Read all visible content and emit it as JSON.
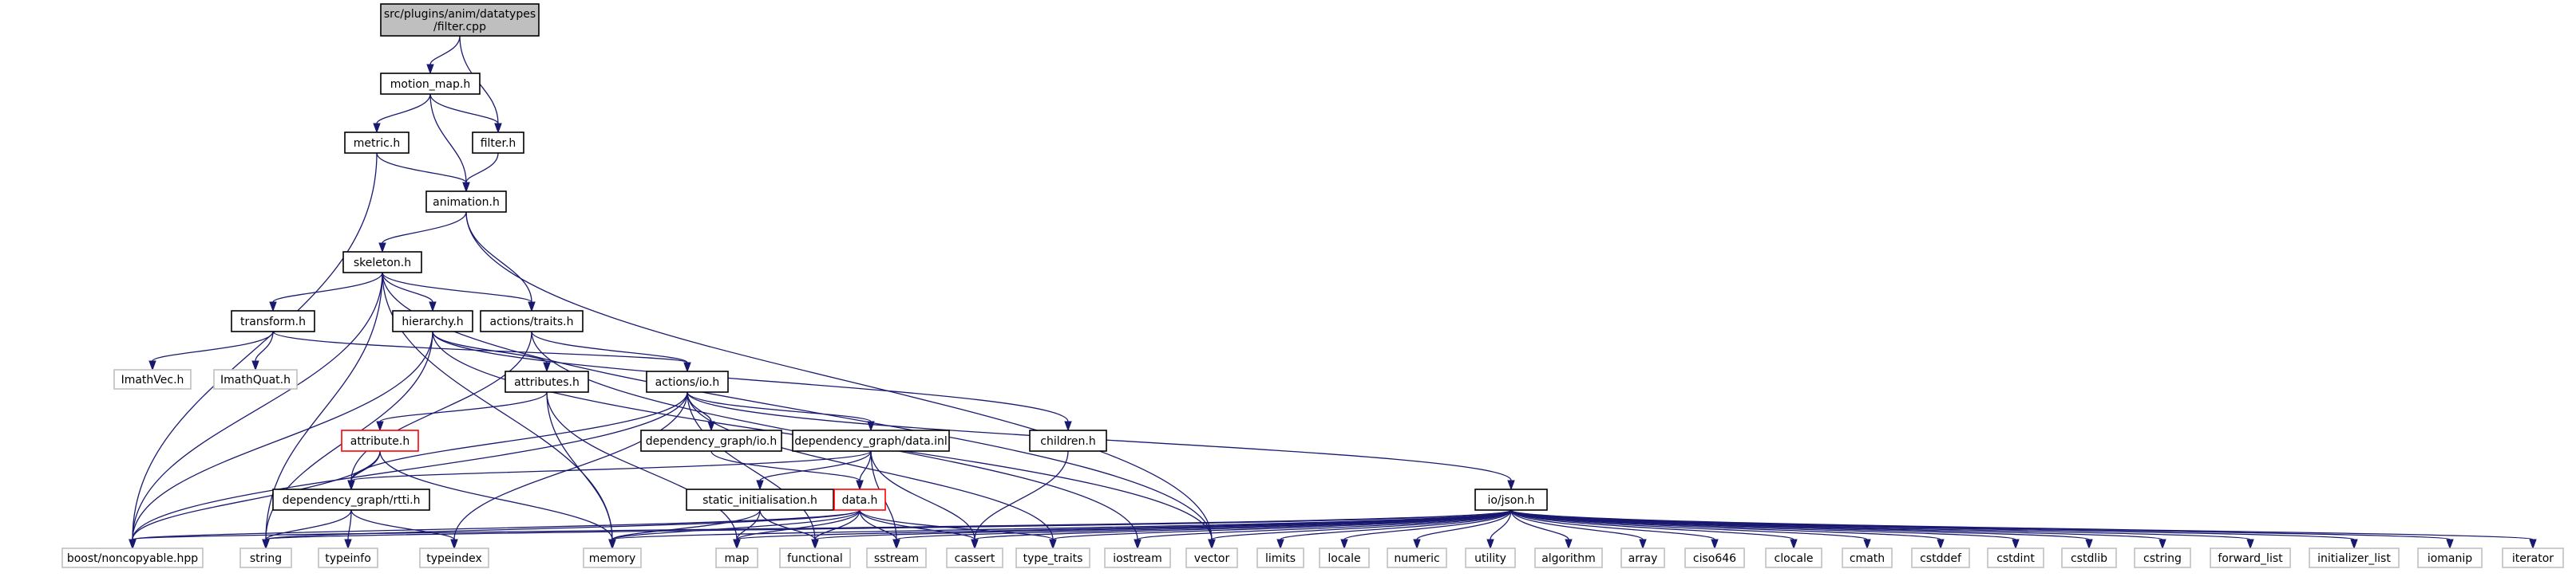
{
  "graph": {
    "nodes": [
      {
        "id": "filter_cpp",
        "lines": [
          "src/plugins/anim/datatypes",
          "/filter.cpp"
        ],
        "style": "root"
      },
      {
        "id": "motion_map_h",
        "lines": [
          "motion_map.h"
        ],
        "style": "normal"
      },
      {
        "id": "filter_h",
        "lines": [
          "filter.h"
        ],
        "style": "normal"
      },
      {
        "id": "metric_h",
        "lines": [
          "metric.h"
        ],
        "style": "normal"
      },
      {
        "id": "animation_h",
        "lines": [
          "animation.h"
        ],
        "style": "normal"
      },
      {
        "id": "skeleton_h",
        "lines": [
          "skeleton.h"
        ],
        "style": "normal"
      },
      {
        "id": "transform_h",
        "lines": [
          "transform.h"
        ],
        "style": "normal"
      },
      {
        "id": "hierarchy_h",
        "lines": [
          "hierarchy.h"
        ],
        "style": "normal"
      },
      {
        "id": "actions_traits_h",
        "lines": [
          "actions/traits.h"
        ],
        "style": "normal"
      },
      {
        "id": "imathvec_h",
        "lines": [
          "ImathVec.h"
        ],
        "style": "external"
      },
      {
        "id": "imathquat_h",
        "lines": [
          "ImathQuat.h"
        ],
        "style": "external"
      },
      {
        "id": "attributes_h",
        "lines": [
          "attributes.h"
        ],
        "style": "normal"
      },
      {
        "id": "actions_io_h",
        "lines": [
          "actions/io.h"
        ],
        "style": "normal"
      },
      {
        "id": "attribute_h",
        "lines": [
          "attribute.h"
        ],
        "style": "truncated"
      },
      {
        "id": "dg_io_h",
        "lines": [
          "dependency_graph/io.h"
        ],
        "style": "normal"
      },
      {
        "id": "dg_data_inl",
        "lines": [
          "dependency_graph/data.inl"
        ],
        "style": "normal"
      },
      {
        "id": "children_h",
        "lines": [
          "children.h"
        ],
        "style": "normal"
      },
      {
        "id": "static_init_h",
        "lines": [
          "static_initialisation.h"
        ],
        "style": "normal"
      },
      {
        "id": "data_h",
        "lines": [
          "data.h"
        ],
        "style": "truncated"
      },
      {
        "id": "dg_rtti_h",
        "lines": [
          "dependency_graph/rtti.h"
        ],
        "style": "normal"
      },
      {
        "id": "io_json_h",
        "lines": [
          "io/json.h"
        ],
        "style": "normal"
      },
      {
        "id": "boost_noncopyable",
        "lines": [
          "boost/noncopyable.hpp"
        ],
        "style": "external"
      },
      {
        "id": "string",
        "lines": [
          "string"
        ],
        "style": "external"
      },
      {
        "id": "typeinfo",
        "lines": [
          "typeinfo"
        ],
        "style": "external"
      },
      {
        "id": "typeindex",
        "lines": [
          "typeindex"
        ],
        "style": "external"
      },
      {
        "id": "memory",
        "lines": [
          "memory"
        ],
        "style": "external"
      },
      {
        "id": "map",
        "lines": [
          "map"
        ],
        "style": "external"
      },
      {
        "id": "functional",
        "lines": [
          "functional"
        ],
        "style": "external"
      },
      {
        "id": "sstream",
        "lines": [
          "sstream"
        ],
        "style": "external"
      },
      {
        "id": "cassert",
        "lines": [
          "cassert"
        ],
        "style": "external"
      },
      {
        "id": "type_traits",
        "lines": [
          "type_traits"
        ],
        "style": "external"
      },
      {
        "id": "iostream",
        "lines": [
          "iostream"
        ],
        "style": "external"
      },
      {
        "id": "vector",
        "lines": [
          "vector"
        ],
        "style": "external"
      },
      {
        "id": "limits",
        "lines": [
          "limits"
        ],
        "style": "external"
      },
      {
        "id": "locale",
        "lines": [
          "locale"
        ],
        "style": "external"
      },
      {
        "id": "numeric",
        "lines": [
          "numeric"
        ],
        "style": "external"
      },
      {
        "id": "utility",
        "lines": [
          "utility"
        ],
        "style": "external"
      },
      {
        "id": "algorithm",
        "lines": [
          "algorithm"
        ],
        "style": "external"
      },
      {
        "id": "array",
        "lines": [
          "array"
        ],
        "style": "external"
      },
      {
        "id": "ciso646",
        "lines": [
          "ciso646"
        ],
        "style": "external"
      },
      {
        "id": "clocale",
        "lines": [
          "clocale"
        ],
        "style": "external"
      },
      {
        "id": "cmath",
        "lines": [
          "cmath"
        ],
        "style": "external"
      },
      {
        "id": "cstddef",
        "lines": [
          "cstddef"
        ],
        "style": "external"
      },
      {
        "id": "cstdint",
        "lines": [
          "cstdint"
        ],
        "style": "external"
      },
      {
        "id": "cstdlib",
        "lines": [
          "cstdlib"
        ],
        "style": "external"
      },
      {
        "id": "cstring",
        "lines": [
          "cstring"
        ],
        "style": "external"
      },
      {
        "id": "forward_list",
        "lines": [
          "forward_list"
        ],
        "style": "external"
      },
      {
        "id": "initializer_list",
        "lines": [
          "initializer_list"
        ],
        "style": "external"
      },
      {
        "id": "iomanip",
        "lines": [
          "iomanip"
        ],
        "style": "external"
      },
      {
        "id": "iterator",
        "lines": [
          "iterator"
        ],
        "style": "external"
      }
    ],
    "edges": [
      [
        "filter_cpp",
        "motion_map_h"
      ],
      [
        "filter_cpp",
        "filter_h"
      ],
      [
        "motion_map_h",
        "metric_h"
      ],
      [
        "motion_map_h",
        "animation_h"
      ],
      [
        "motion_map_h",
        "filter_h"
      ],
      [
        "filter_h",
        "animation_h"
      ],
      [
        "metric_h",
        "animation_h"
      ],
      [
        "metric_h",
        "boost_noncopyable"
      ],
      [
        "animation_h",
        "skeleton_h"
      ],
      [
        "animation_h",
        "actions_traits_h"
      ],
      [
        "animation_h",
        "vector"
      ],
      [
        "skeleton_h",
        "transform_h"
      ],
      [
        "skeleton_h",
        "hierarchy_h"
      ],
      [
        "skeleton_h",
        "actions_traits_h"
      ],
      [
        "skeleton_h",
        "boost_noncopyable"
      ],
      [
        "skeleton_h",
        "string"
      ],
      [
        "skeleton_h",
        "memory"
      ],
      [
        "skeleton_h",
        "vector"
      ],
      [
        "transform_h",
        "imathvec_h"
      ],
      [
        "transform_h",
        "imathquat_h"
      ],
      [
        "transform_h",
        "actions_io_h"
      ],
      [
        "hierarchy_h",
        "attributes_h"
      ],
      [
        "hierarchy_h",
        "children_h"
      ],
      [
        "hierarchy_h",
        "boost_noncopyable"
      ],
      [
        "hierarchy_h",
        "string"
      ],
      [
        "hierarchy_h",
        "vector"
      ],
      [
        "actions_traits_h",
        "actions_io_h"
      ],
      [
        "actions_traits_h",
        "dg_rtti_h"
      ],
      [
        "actions_traits_h",
        "iostream"
      ],
      [
        "attributes_h",
        "attribute_h"
      ],
      [
        "attributes_h",
        "memory"
      ],
      [
        "attributes_h",
        "map"
      ],
      [
        "actions_io_h",
        "dg_io_h"
      ],
      [
        "actions_io_h",
        "dg_data_inl"
      ],
      [
        "actions_io_h",
        "io_json_h"
      ],
      [
        "actions_io_h",
        "dg_rtti_h"
      ],
      [
        "actions_io_h",
        "typeindex"
      ],
      [
        "actions_io_h",
        "boost_noncopyable"
      ],
      [
        "actions_io_h",
        "functional"
      ],
      [
        "actions_io_h",
        "type_traits"
      ],
      [
        "attribute_h",
        "dg_rtti_h"
      ],
      [
        "attribute_h",
        "boost_noncopyable"
      ],
      [
        "attribute_h",
        "memory"
      ],
      [
        "dg_io_h",
        "data_h"
      ],
      [
        "dg_data_inl",
        "static_init_h"
      ],
      [
        "dg_data_inl",
        "data_h"
      ],
      [
        "dg_data_inl",
        "dg_rtti_h"
      ],
      [
        "dg_data_inl",
        "sstream"
      ],
      [
        "dg_data_inl",
        "cassert"
      ],
      [
        "children_h",
        "cassert"
      ],
      [
        "static_init_h",
        "memory"
      ],
      [
        "static_init_h",
        "map"
      ],
      [
        "static_init_h",
        "functional"
      ],
      [
        "data_h",
        "boost_noncopyable"
      ],
      [
        "data_h",
        "string"
      ],
      [
        "data_h",
        "memory"
      ],
      [
        "data_h",
        "map"
      ],
      [
        "data_h",
        "functional"
      ],
      [
        "data_h",
        "sstream"
      ],
      [
        "data_h",
        "cassert"
      ],
      [
        "data_h",
        "type_traits"
      ],
      [
        "dg_rtti_h",
        "string"
      ],
      [
        "dg_rtti_h",
        "typeinfo"
      ],
      [
        "dg_rtti_h",
        "typeindex"
      ],
      [
        "io_json_h",
        "boost_noncopyable"
      ],
      [
        "io_json_h",
        "string"
      ],
      [
        "io_json_h",
        "memory"
      ],
      [
        "io_json_h",
        "map"
      ],
      [
        "io_json_h",
        "functional"
      ],
      [
        "io_json_h",
        "sstream"
      ],
      [
        "io_json_h",
        "cassert"
      ],
      [
        "io_json_h",
        "type_traits"
      ],
      [
        "io_json_h",
        "iostream"
      ],
      [
        "io_json_h",
        "vector"
      ],
      [
        "io_json_h",
        "limits"
      ],
      [
        "io_json_h",
        "locale"
      ],
      [
        "io_json_h",
        "numeric"
      ],
      [
        "io_json_h",
        "utility"
      ],
      [
        "io_json_h",
        "algorithm"
      ],
      [
        "io_json_h",
        "array"
      ],
      [
        "io_json_h",
        "ciso646"
      ],
      [
        "io_json_h",
        "clocale"
      ],
      [
        "io_json_h",
        "cmath"
      ],
      [
        "io_json_h",
        "cstddef"
      ],
      [
        "io_json_h",
        "cstdint"
      ],
      [
        "io_json_h",
        "cstdlib"
      ],
      [
        "io_json_h",
        "cstring"
      ],
      [
        "io_json_h",
        "forward_list"
      ],
      [
        "io_json_h",
        "initializer_list"
      ],
      [
        "io_json_h",
        "iomanip"
      ],
      [
        "io_json_h",
        "iterator"
      ]
    ]
  }
}
